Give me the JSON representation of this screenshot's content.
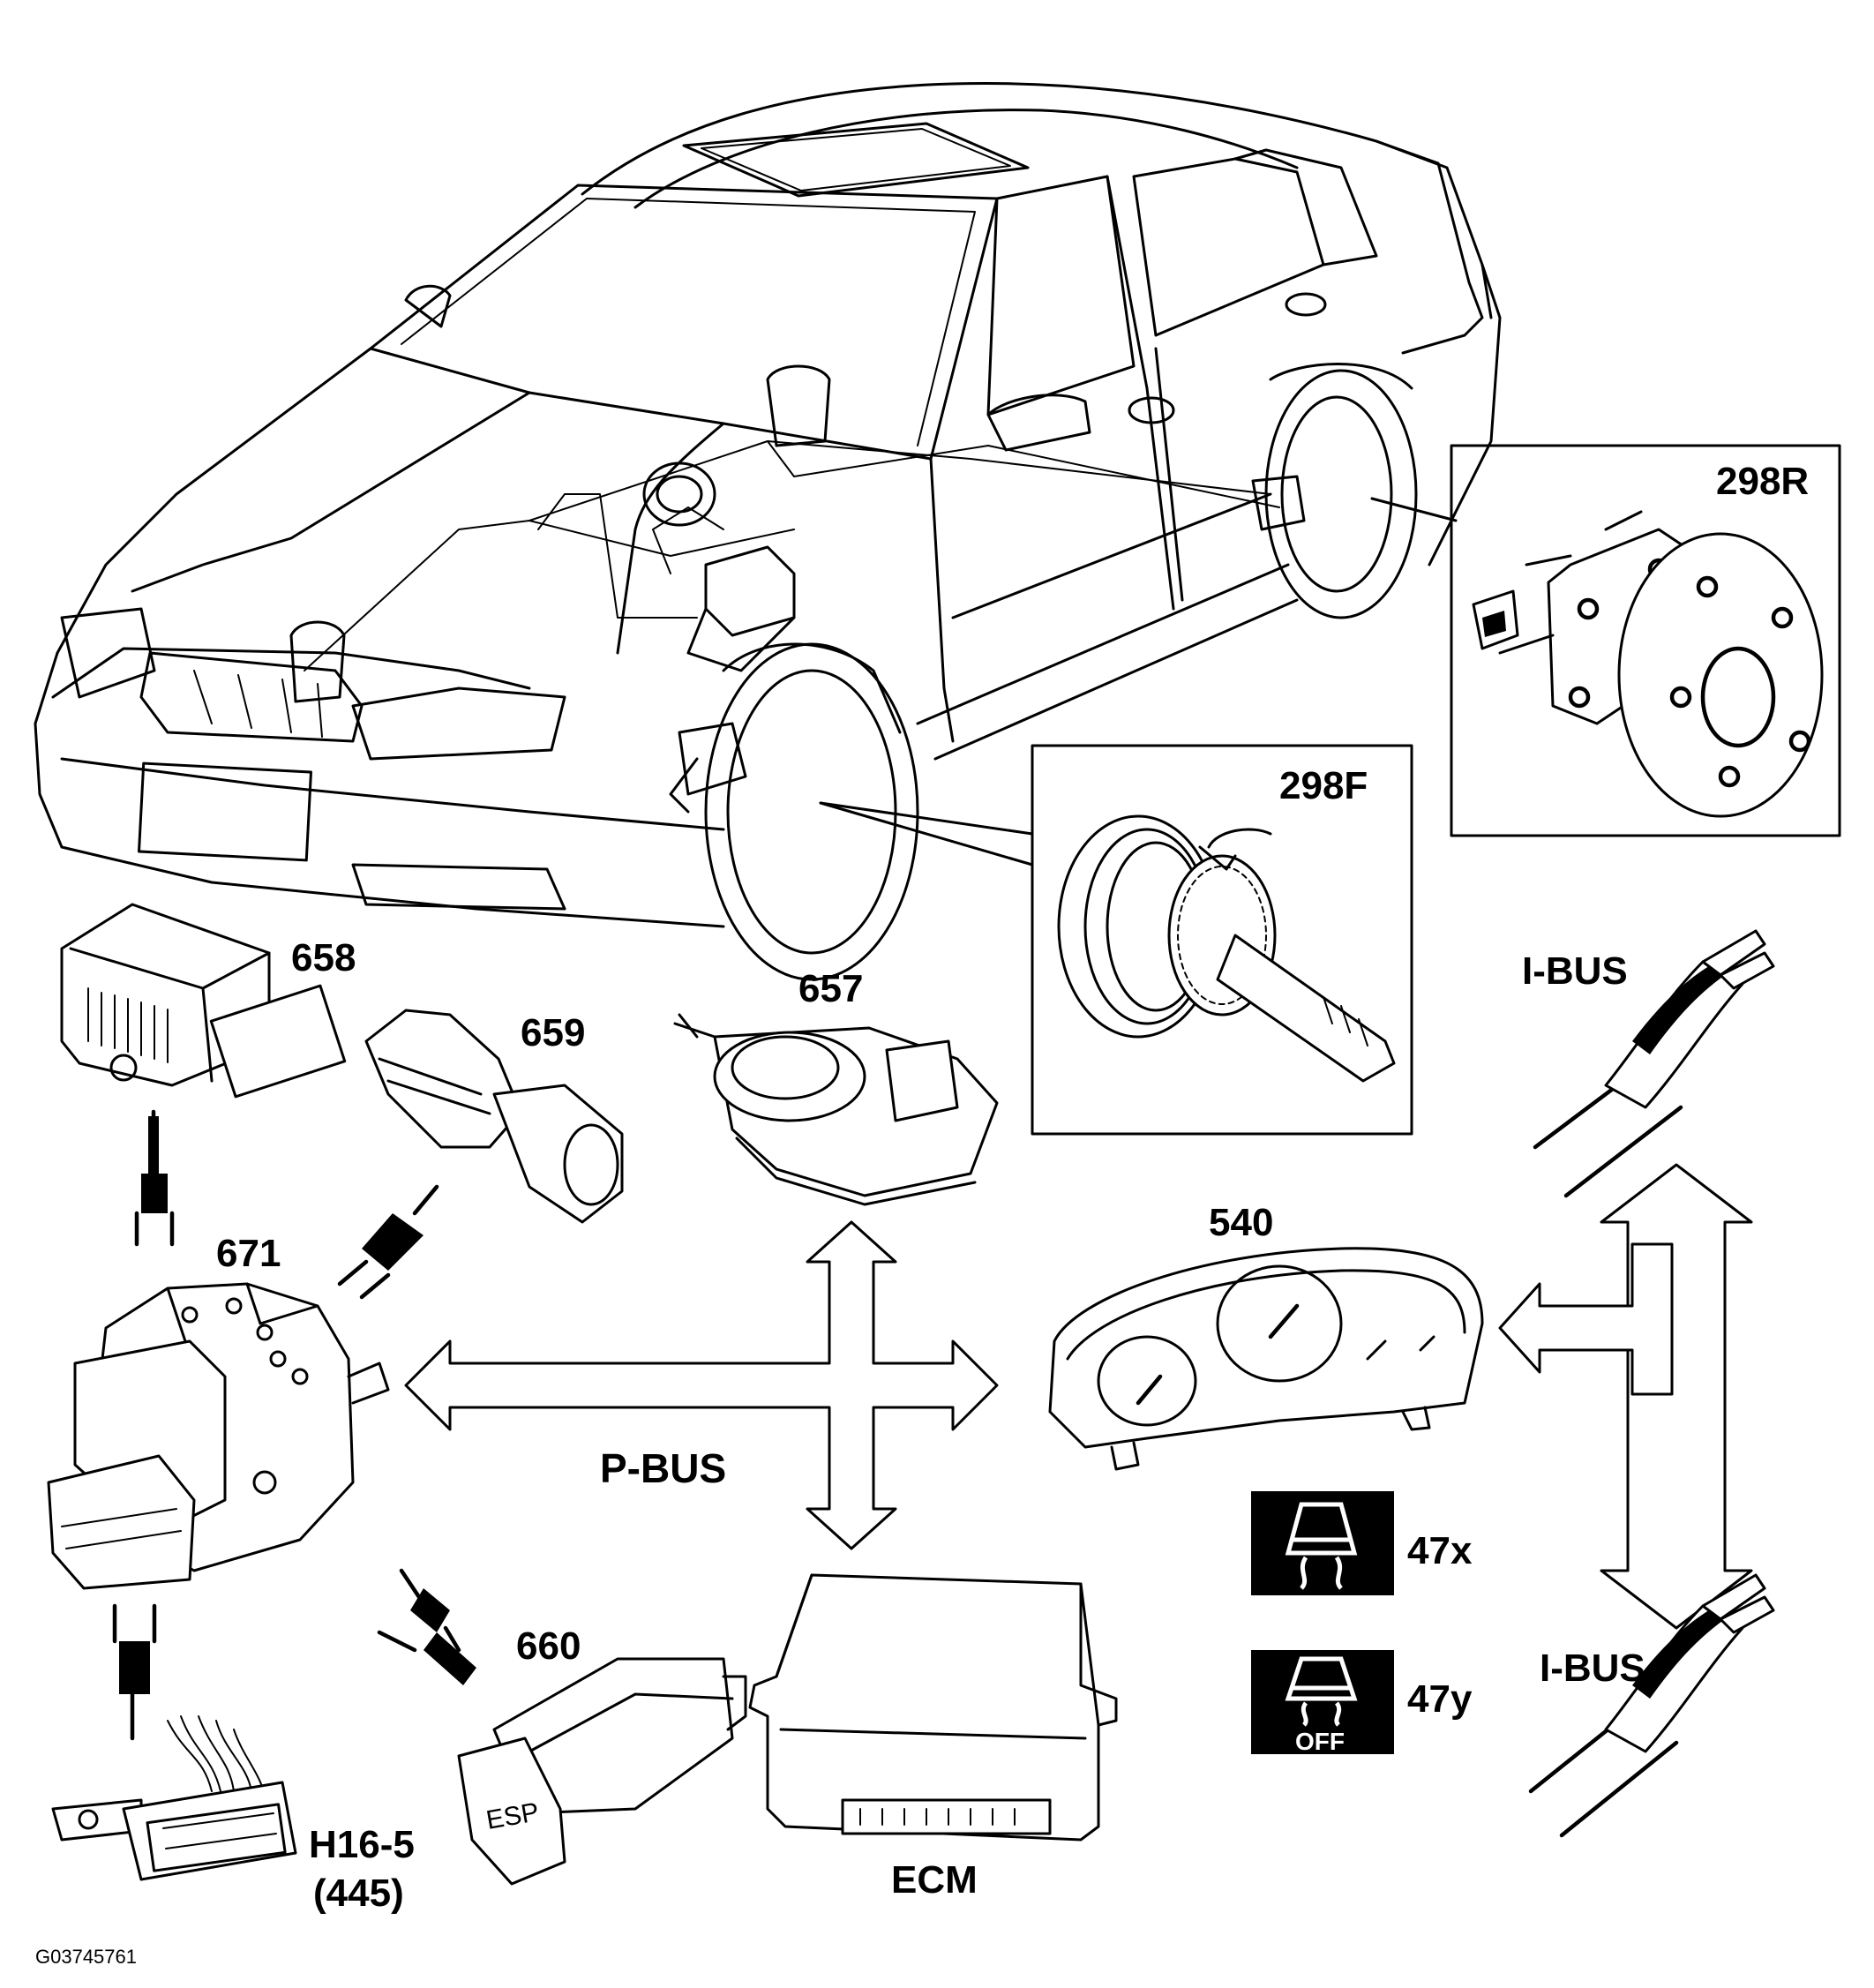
{
  "labels": {
    "rear_hub": "298R",
    "front_hub": "298F",
    "yaw_sensor": "658",
    "pressure_sensor": "659",
    "steering_sensor": "657",
    "abs_unit": "671",
    "instrument_cluster": "540",
    "ibus_top": "I-BUS",
    "ibus_bottom": "I-BUS",
    "pbus": "P-BUS",
    "lamp_on": "47x",
    "lamp_off": "47y",
    "esp_switch": "660",
    "ecm": "ECM",
    "diag_connector": "H16-5",
    "diag_connector_sub": "(445)",
    "figure_code": "G03745761"
  },
  "lamp_text": {
    "off": "OFF"
  },
  "switch_text": "ESP",
  "icons": [
    "car-skid-warning-icon",
    "car-skid-off-icon"
  ],
  "colors": {
    "ink": "#000000",
    "paper": "#ffffff"
  }
}
